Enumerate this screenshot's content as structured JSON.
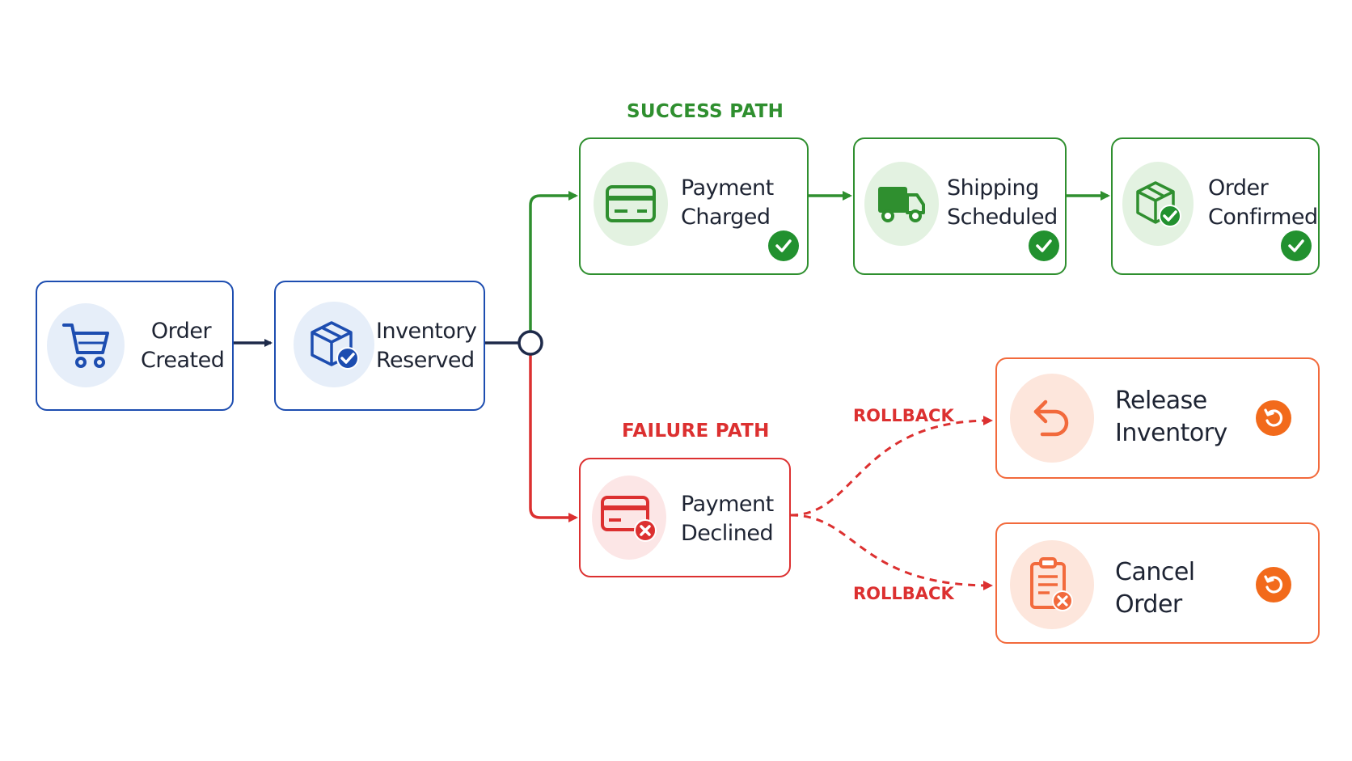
{
  "colors": {
    "blue": "#1d4db0",
    "navy": "#1e2a4a",
    "green": "#2f8f2f",
    "red": "#dc3030",
    "orange": "#f26a3c"
  },
  "titles": {
    "success": "SUCCESS PATH",
    "failure": "FAILURE PATH"
  },
  "rollback": {
    "top": "ROLLBACK",
    "bottom": "ROLLBACK"
  },
  "nodes": {
    "order_created": {
      "line1": "Order",
      "line2": "Created",
      "icon": "cart-icon"
    },
    "inventory_reserved": {
      "line1": "Inventory",
      "line2": "Reserved",
      "icon": "box-check-icon"
    },
    "payment_charged": {
      "line1": "Payment",
      "line2": "Charged",
      "icon": "credit-card-icon",
      "status": "check-icon"
    },
    "shipping_scheduled": {
      "line1": "Shipping",
      "line2": "Scheduled",
      "icon": "truck-icon",
      "status": "check-icon"
    },
    "order_confirmed": {
      "line1": "Order",
      "line2": "Confirmed",
      "icon": "box-check-icon",
      "status": "check-icon"
    },
    "payment_declined": {
      "line1": "Payment",
      "line2": "Declined",
      "icon": "credit-card-x-icon"
    },
    "release_inventory": {
      "line1": "Release",
      "line2": "Inventory",
      "icon": "undo-arrow-icon",
      "status": "rollback-icon"
    },
    "cancel_order": {
      "line1": "Cancel",
      "line2": "Order",
      "icon": "clipboard-x-icon",
      "status": "rollback-icon"
    }
  }
}
